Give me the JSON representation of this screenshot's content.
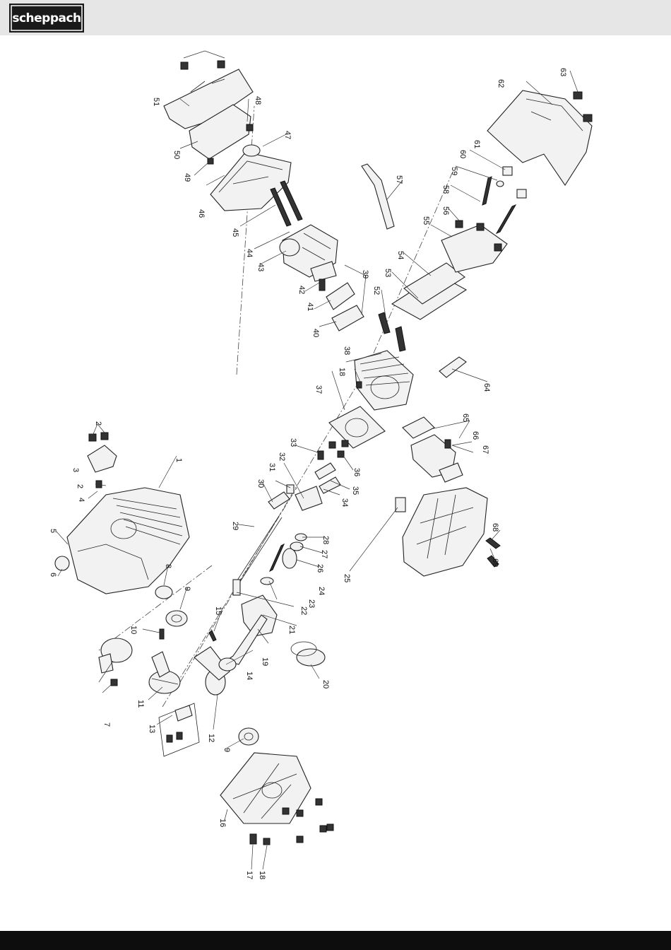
{
  "brand": {
    "logo_text": "scheppach"
  },
  "diagram": {
    "part_numbers": [
      "1",
      "2",
      "2",
      "3",
      "4",
      "5",
      "6",
      "7",
      "8",
      "9",
      "9",
      "10",
      "11",
      "12",
      "13",
      "14",
      "15",
      "16",
      "17",
      "18",
      "18",
      "19",
      "20",
      "21",
      "22",
      "23",
      "24",
      "25",
      "26",
      "27",
      "28",
      "29",
      "30",
      "31",
      "32",
      "33",
      "34",
      "35",
      "36",
      "37",
      "38",
      "39",
      "40",
      "41",
      "42",
      "43",
      "44",
      "45",
      "46",
      "47",
      "48",
      "49",
      "50",
      "51",
      "52",
      "53",
      "54",
      "55",
      "56",
      "57",
      "58",
      "59",
      "60",
      "61",
      "62",
      "63",
      "64",
      "65",
      "66",
      "67",
      "68",
      "69"
    ]
  }
}
